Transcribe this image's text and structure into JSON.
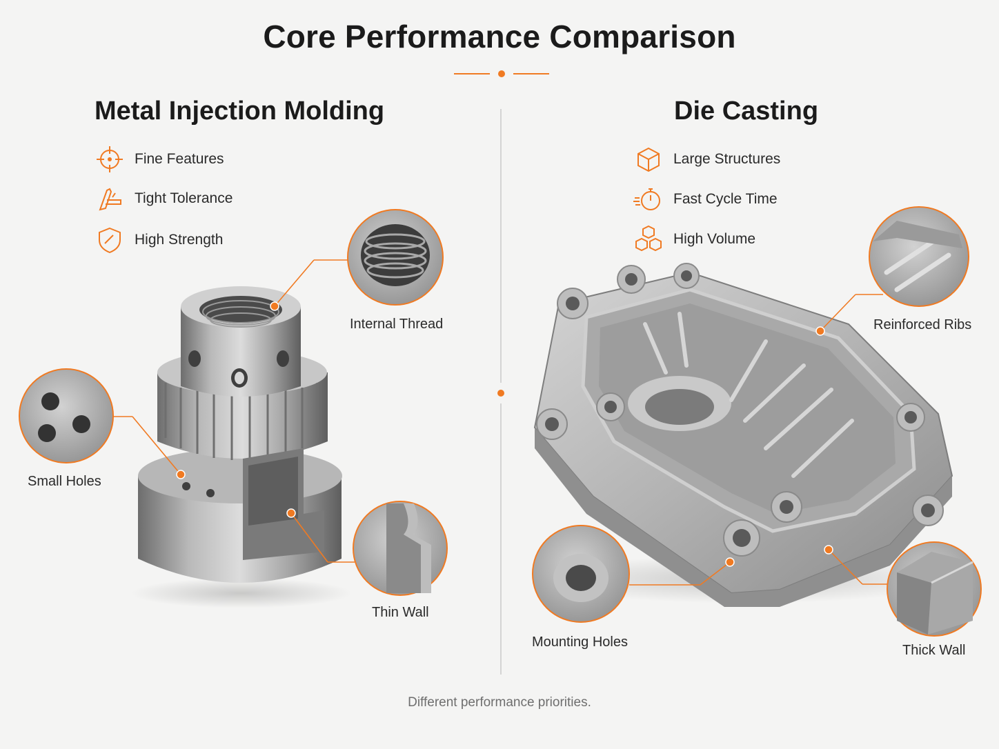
{
  "page": {
    "title": "Core Performance Comparison",
    "footer": "Different performance priorities."
  },
  "colors": {
    "accent": "#f07a22",
    "divider": "#c9c9c9",
    "metal_light": "#c4c4c4",
    "metal_dark": "#6a6a6a"
  },
  "left": {
    "title": "Metal Injection Molding",
    "features": [
      {
        "label": "Fine Features",
        "icon": "crosshair-icon"
      },
      {
        "label": "Tight Tolerance",
        "icon": "caliper-icon"
      },
      {
        "label": "High Strength",
        "icon": "shield-icon"
      }
    ],
    "callouts": {
      "internal_thread": "Internal Thread",
      "small_holes": "Small Holes",
      "thin_wall": "Thin Wall"
    }
  },
  "right": {
    "title": "Die Casting",
    "features": [
      {
        "label": "Large Structures",
        "icon": "cube-icon"
      },
      {
        "label": "Fast Cycle Time",
        "icon": "stopwatch-icon"
      },
      {
        "label": "High Volume",
        "icon": "stacked-cubes-icon"
      }
    ],
    "callouts": {
      "reinforced_ribs": "Reinforced Ribs",
      "mounting_holes": "Mounting Holes",
      "thick_wall": "Thick Wall"
    }
  }
}
